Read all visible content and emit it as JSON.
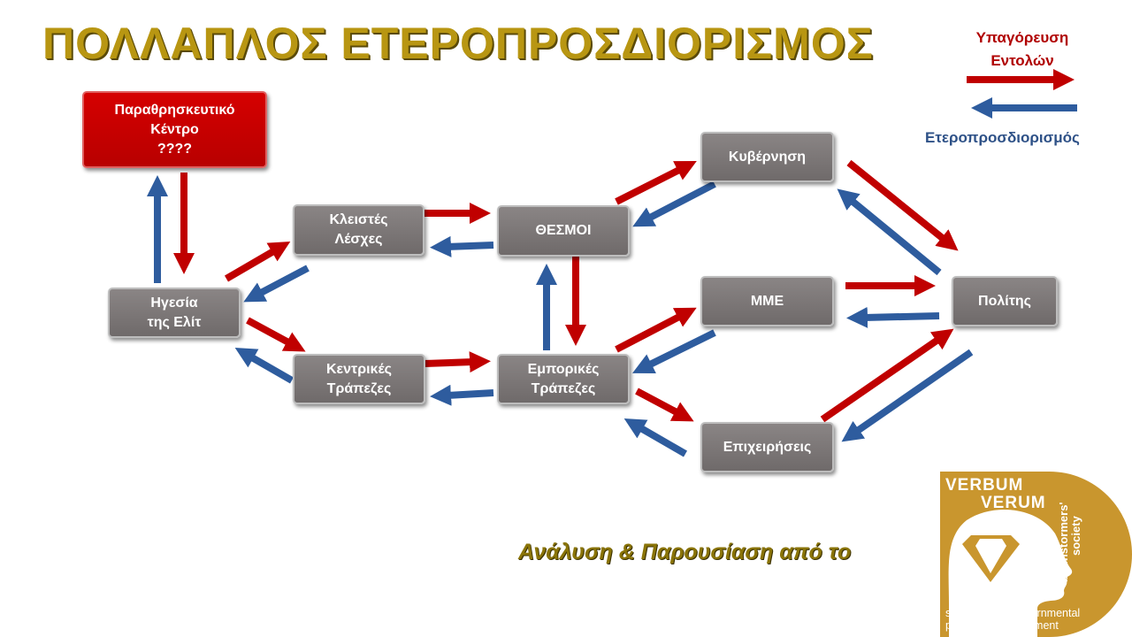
{
  "title": "ΠΟΛΛΑΠΛΟΣ ΕΤΕΡΟΠΡΟΣΔΙΟΡΙΣΜΟΣ",
  "legend": {
    "red_label_line1": "Υπαγόρευση",
    "red_label_line2": "Εντολών",
    "blue_label": "Ετεροπροσδιορισμός"
  },
  "nodes": {
    "religious_center": [
      "Παραθρησκευτικό",
      "Κέντρο",
      "????"
    ],
    "elite_leadership": [
      "Ηγεσία",
      "της Ελίτ"
    ],
    "closed_clubs": [
      "Κλειστές",
      "Λέσχες"
    ],
    "central_banks": [
      "Κεντρικές",
      "Τράπεζες"
    ],
    "institutions": [
      "ΘΕΣΜΟΙ"
    ],
    "commercial_banks": [
      "Εμπορικές",
      "Τράπεζες"
    ],
    "government": [
      "Κυβέρνηση"
    ],
    "media": [
      "ΜΜΕ"
    ],
    "businesses": [
      "Επιχειρήσεις"
    ],
    "citizen": [
      "Πολίτης"
    ]
  },
  "credit": "Ανάλυση & Παρουσίαση από το",
  "logo": {
    "line1": "VERBUM",
    "line2": "VERUM",
    "vertical1": "brainstormers'",
    "vertical2": "society",
    "bottom1": "sophisticated governmental",
    "bottom2": "programs development"
  },
  "colors": {
    "command": "#c00000",
    "determination": "#2e5c9e",
    "title": "#b89612",
    "logo": "#c9962e"
  }
}
